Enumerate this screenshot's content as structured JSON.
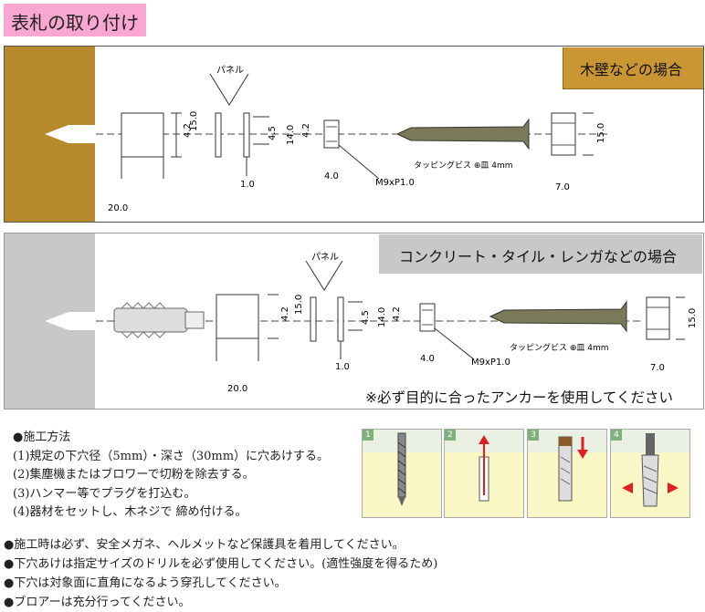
{
  "title": "表札の取り付け",
  "wood": {
    "header": "木壁などの場合",
    "panel_label": "パネル",
    "dims": {
      "d15": "15.0",
      "d42": "4.2",
      "d45": "4.5",
      "d14": "14.0",
      "d42b": "4.2",
      "d10": "1.0",
      "d40": "4.0",
      "d20": "20.0",
      "d70": "7.0",
      "d150": "15.0"
    },
    "thread": "M9xP1.0",
    "screw": "タッピングビス ⊕皿 4mm"
  },
  "concrete": {
    "header": "コンクリート・タイル・レンガなどの場合",
    "panel_label": "パネル",
    "dims": {
      "d15": "15.0",
      "d42": "4.2",
      "d45": "4.5",
      "d14": "14.0",
      "d42b": "4.2",
      "d10": "1.0",
      "d40": "4.0",
      "d20": "20.0",
      "d70": "7.0",
      "d150": "15.0"
    },
    "thread": "M9xP1.0",
    "screw": "タッピングビス ⊕皿 4mm",
    "note": "※必ず目的に合ったアンカーを使用してください"
  },
  "steps": {
    "heading": "●施工方法",
    "items": [
      "(1)規定の下穴径（5mm）・深さ（30mm）に穴あけする。",
      "(2)集塵機またはブロワーで切粉を除去する。",
      "(3)ハンマー等でプラグを打込む。",
      "(4)器材をセットし、木ネジで 締め付ける。"
    ],
    "panel_numbers": [
      "1",
      "2",
      "3",
      "4"
    ]
  },
  "warnings": [
    "●施工時は必ず、安全メガネ、ヘルメットなど保護具を着用してください。",
    "●下穴あけは指定サイズのドリルを必ず使用してください。(適性強度を得るため)",
    "●下穴は対象面に直角になるよう穿孔してください。",
    "●ブロアーは充分行ってください。"
  ],
  "colors": {
    "pink": "#f7a7d1",
    "wood": "#b68a2a",
    "wood_header": "#c99633",
    "concrete": "#c8c8c8",
    "red_arrow": "#e02020",
    "step_green": "#7fb27a"
  }
}
